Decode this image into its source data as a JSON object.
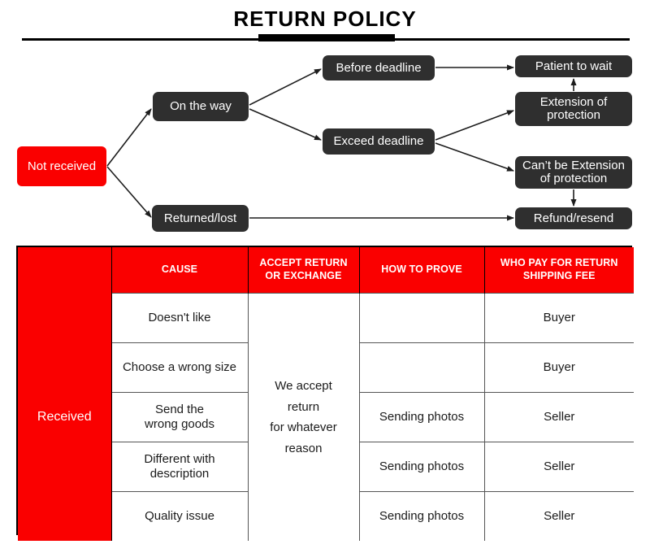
{
  "title": {
    "text": "RETURN POLICY"
  },
  "flowchart": {
    "nodes": {
      "not_received": "Not received",
      "on_the_way": "On the way",
      "returned_lost": "Returned/lost",
      "before_deadline": "Before deadline",
      "exceed_deadline": "Exceed deadline",
      "patient_to_wait": "Patient to wait",
      "extension_of_protection": "Extension of\nprotection",
      "cant_be_extension": "Can’t be Extension\nof protection",
      "refund_resend": "Refund/resend"
    },
    "edges": [
      {
        "from": "not_received",
        "to": "on_the_way"
      },
      {
        "from": "not_received",
        "to": "returned_lost"
      },
      {
        "from": "on_the_way",
        "to": "before_deadline"
      },
      {
        "from": "on_the_way",
        "to": "exceed_deadline"
      },
      {
        "from": "before_deadline",
        "to": "patient_to_wait"
      },
      {
        "from": "exceed_deadline",
        "to": "extension_of_protection"
      },
      {
        "from": "exceed_deadline",
        "to": "cant_be_extension"
      },
      {
        "from": "extension_of_protection",
        "to": "patient_to_wait"
      },
      {
        "from": "cant_be_extension",
        "to": "refund_resend"
      },
      {
        "from": "returned_lost",
        "to": "refund_resend"
      }
    ]
  },
  "table": {
    "row_label": "Received",
    "headers": {
      "received": "",
      "cause": "CAUSE",
      "accept": "ACCEPT RETURN\nOR EXCHANGE",
      "prove": "HOW TO PROVE",
      "who_pays": "WHO PAY FOR RETURN\nSHIPPING FEE"
    },
    "accept_merged": "We accept\nreturn\nfor whatever\nreason",
    "rows": [
      {
        "cause": "Doesn't like",
        "prove": "",
        "who_pays": "Buyer"
      },
      {
        "cause": "Choose a wrong size",
        "prove": "",
        "who_pays": "Buyer"
      },
      {
        "cause": "Send the\nwrong goods",
        "prove": "Sending photos",
        "who_pays": "Seller"
      },
      {
        "cause": "Different with\ndescription",
        "prove": "Sending photos",
        "who_pays": "Seller"
      },
      {
        "cause": "Quality issue",
        "prove": "Sending photos",
        "who_pays": "Seller"
      }
    ]
  },
  "colors": {
    "accent_red": "#fa0000",
    "node_dark": "#2f2f2f",
    "text_dark": "#1a1a1a",
    "white": "#ffffff"
  }
}
